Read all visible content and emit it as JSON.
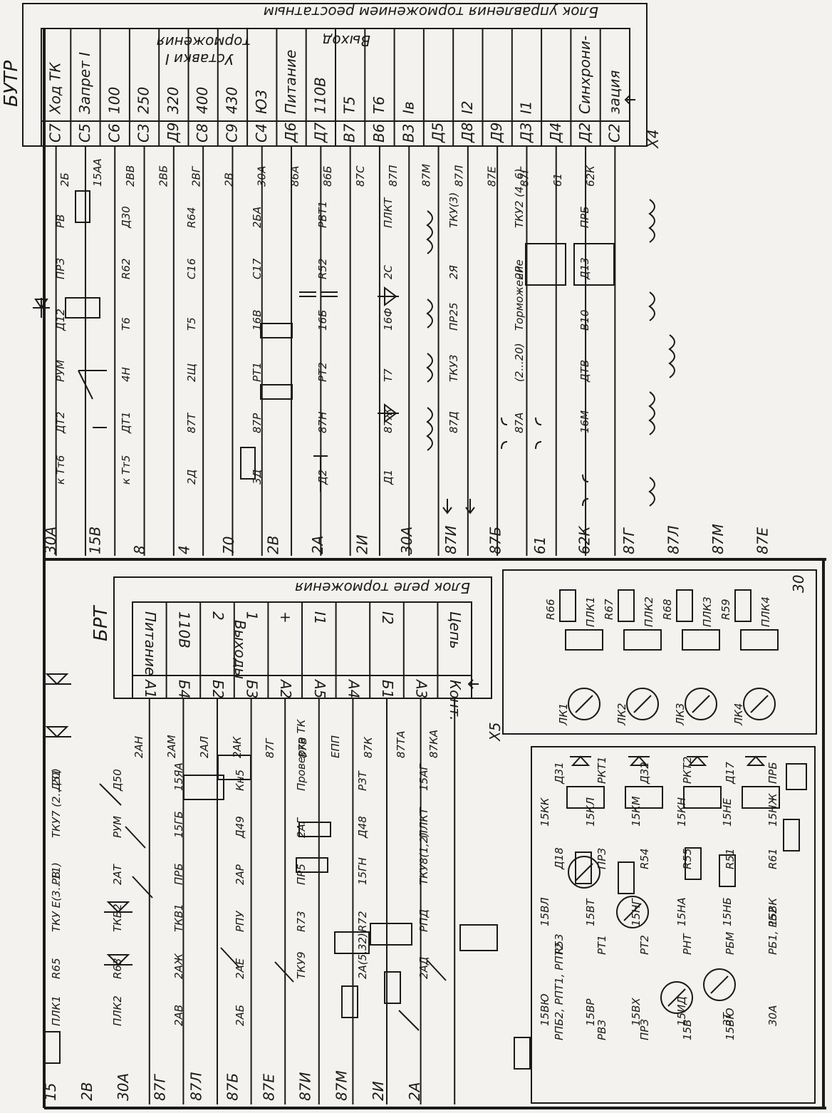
{
  "top_block": {
    "name": "БУТР",
    "title": "Блок управления торможением реостатным",
    "columns": [
      {
        "header": "Ход ТК",
        "pin": "С7"
      },
      {
        "header": "Запрет I",
        "pin": "С5"
      },
      {
        "header": "100",
        "pin": "С6"
      },
      {
        "header": "250",
        "pin": "С3"
      },
      {
        "header": "320",
        "pin": "Д9"
      },
      {
        "header": "400",
        "pin": "С8"
      },
      {
        "header": "430",
        "pin": "С9"
      },
      {
        "header": "Ю3",
        "pin": "С4"
      },
      {
        "header": "Питание",
        "pin": "Д6"
      },
      {
        "header": "110В",
        "pin": "Д7"
      },
      {
        "header": "Т5",
        "pin": "В7"
      },
      {
        "header": "Т6",
        "pin": "В6"
      },
      {
        "header": "Iв",
        "pin": "В3"
      },
      {
        "header": "",
        "pin": "Д5"
      },
      {
        "header": "I2",
        "pin": "Д8"
      },
      {
        "header": "",
        "pin": "Д9"
      },
      {
        "header": "I1",
        "pin": "Д3"
      },
      {
        "header": "",
        "pin": "Д4"
      },
      {
        "header": "Синхрони-",
        "pin": "Д2"
      },
      {
        "header": "зация",
        "pin": "С2"
      }
    ],
    "group_labels": {
      "ustavki": "Уставки I",
      "tormozheniya": "торможения",
      "vyhod": "Выход"
    },
    "connector": "Х4",
    "wires": [
      "2Б",
      "15АА",
      "2ВВ",
      "2ВБ",
      "2ВГ",
      "2В",
      "30А",
      "86А",
      "86Б",
      "87С",
      "87П",
      "87М",
      "87Л",
      "87Е",
      "87Г",
      "61",
      "62К"
    ],
    "components": [
      "РВ",
      "Д30",
      "R64",
      "2БА",
      "РВТ1",
      "ПЛКТ",
      "ТКУ(3)",
      "ТКУ2 (4, 6)",
      "ПРБ",
      "ПРЗ",
      "R62",
      "С16",
      "С17",
      "R52",
      "2С",
      "2Я",
      "2Р",
      "Д13",
      "Д12",
      "Т6",
      "Т5",
      "16В",
      "16Б",
      "16Ф",
      "ПР25",
      "Торможение",
      "В10",
      "РУМ",
      "4Н",
      "2Щ",
      "РТ1",
      "РТ2",
      "Т7",
      "ТКУ3",
      "(2...20)",
      "ДТВ",
      "ДТ2",
      "ДТ1",
      "87Т",
      "87Р",
      "87Н",
      "87Ж",
      "87Д",
      "87А",
      "16М",
      "к Тт6",
      "к Тт5",
      "2Д",
      "3Д",
      "Д2",
      "Д1"
    ],
    "bottom_labels": [
      "30А",
      "15В",
      "8",
      "4",
      "70",
      "2В",
      "2А",
      "2И",
      "30А",
      "87И",
      "87Б",
      "61",
      "62К",
      "87Г",
      "87Л",
      "87М",
      "87Е"
    ]
  },
  "bottom_block": {
    "name": "БРТ",
    "title": "Блок реле торможения",
    "columns": [
      {
        "header": "Питание",
        "pin": "А1"
      },
      {
        "header": "110В",
        "pin": "Б4"
      },
      {
        "header": "2",
        "pin": "Б2"
      },
      {
        "header": "1",
        "pin": "Б3"
      },
      {
        "header": "+",
        "pin": "А2"
      },
      {
        "header": "I1",
        "pin": "А5"
      },
      {
        "header": "",
        "pin": "А4"
      },
      {
        "header": "I2",
        "pin": "Б1"
      },
      {
        "header": "",
        "pin": "А3"
      },
      {
        "header": "Цепь",
        "pin": "Конт."
      }
    ],
    "group_labels": {
      "vyhody": "Выходы"
    },
    "connector": "Х5",
    "wires": [
      "2АН",
      "2АМ",
      "2АЛ",
      "2АК",
      "87Г",
      "87В",
      "ЕПП",
      "87К",
      "87ТА",
      "87КА"
    ],
    "components": [
      "Д51",
      "Д50",
      "15ЯА",
      "Кн5",
      "Проверка ТК",
      "РЗТ",
      "15АГ",
      "ТКУ7 (2...20)",
      "РУМ",
      "15ГБ",
      "Д49",
      "2АГ",
      "Д48",
      "ПЛКТ",
      "РВ",
      "2АТ",
      "ПРБ",
      "2АР",
      "ПР5",
      "15ГН",
      "ТКУ8(1,2)",
      "ТКУ Е(3...11)",
      "ТКБ2",
      "ТКВ1",
      "РПУ",
      "R73",
      "R72",
      "РПД",
      "R65",
      "R63",
      "2АЖ",
      "2АЕ",
      "ТКУ9",
      "2А(5,32)",
      "2АД",
      "ПЛК1",
      "ПЛК2",
      "2АВ",
      "2АБ"
    ],
    "bottom_labels": [
      "15",
      "2В",
      "30А",
      "87Г",
      "87Л",
      "87Б",
      "87Е",
      "87И",
      "87М",
      "2И",
      "2А"
    ]
  },
  "right_panel": {
    "resistors": [
      "R66",
      "R67",
      "R68",
      "R59"
    ],
    "contactors": [
      "ПЛК1",
      "ПЛК2",
      "ПЛК3",
      "ПЛК4"
    ],
    "lamps": [
      "ЛК1",
      "ЛК2",
      "ЛК3",
      "ЛК4"
    ],
    "wires": [
      "15КК",
      "15КЛ",
      "15КМ",
      "15КН",
      "15НЕ",
      "15НЖ",
      "15ВЛ",
      "15ВТ",
      "15НГ",
      "15НА",
      "15НБ",
      "15ВК",
      "15ВЮ",
      "15ВР",
      "15ВХ",
      "15ИД",
      "3Т",
      "30А"
    ],
    "components": [
      "Д31",
      "РКТ1",
      "Д32",
      "РКТ2",
      "Д17",
      "ПРБ",
      "Д18",
      "ПРЗ",
      "R54",
      "R55",
      "R51",
      "R61",
      "R53",
      "РТ1",
      "РТ2",
      "РНТ",
      "РБМ",
      "РБ1, РБ2",
      "РПБ2, РПТ1, РПТ2",
      "РВЗ",
      "ПРЗ",
      "15В",
      "15ВЮ"
    ],
    "corner_number": "30"
  }
}
